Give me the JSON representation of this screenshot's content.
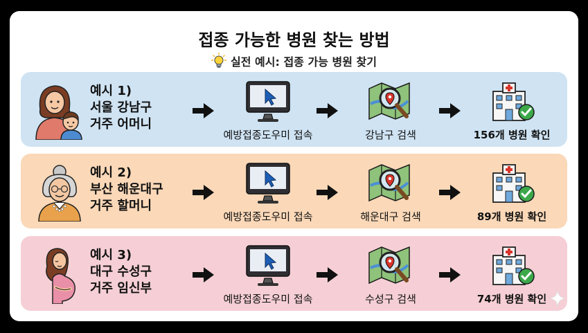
{
  "title": "접종 가능한 병원 찾는 방법",
  "subtitle": "실전 예시: 접종 가능 병원 찾기",
  "rows": [
    {
      "example": "예시 1)",
      "location": "서울 강남구",
      "resident": "거주 어머니",
      "step1": "예방접종도우미 접속",
      "step2": "강남구 검색",
      "step3": "156개 병원 확인"
    },
    {
      "example": "예시 2)",
      "location": "부산 해운대구",
      "resident": "거주 할머니",
      "step1": "예방접종도우미 접속",
      "step2": "해운대구 검색",
      "step3": "89개 병원 확인"
    },
    {
      "example": "예시 3)",
      "location": "대구 수성구",
      "resident": "거주 임신부",
      "step1": "예방접종도우미 접속",
      "step2": "수성구 검색",
      "step3": "74개 병원 확인"
    }
  ],
  "colors": {
    "row1": "#cfe3f3",
    "row2": "#fad8b8",
    "row3": "#f5cfd5",
    "accent_red": "#d9342b",
    "accent_green": "#3ca84a"
  },
  "icons": [
    "lightbulb-icon",
    "monitor-cursor-icon",
    "map-search-icon",
    "hospital-check-icon",
    "arrow-right-icon"
  ]
}
